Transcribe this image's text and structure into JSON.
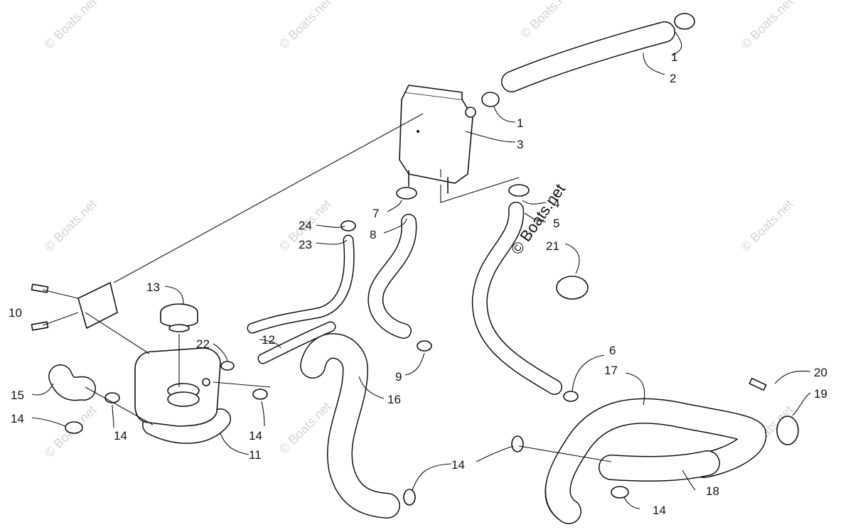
{
  "watermark": {
    "text": "© Boats.net",
    "colors": {
      "faint": "#d2d2d2",
      "strong": "#111111"
    }
  },
  "callouts": [
    "1",
    "2",
    "1",
    "3",
    "4",
    "5",
    "7",
    "8",
    "24",
    "23",
    "21",
    "13",
    "10",
    "22",
    "12",
    "9",
    "6",
    "17",
    "20",
    "19",
    "15",
    "14",
    "14",
    "14",
    "16",
    "11",
    "14",
    "18",
    "14"
  ],
  "colors": {
    "line": "#111111",
    "background": "#ffffff"
  }
}
